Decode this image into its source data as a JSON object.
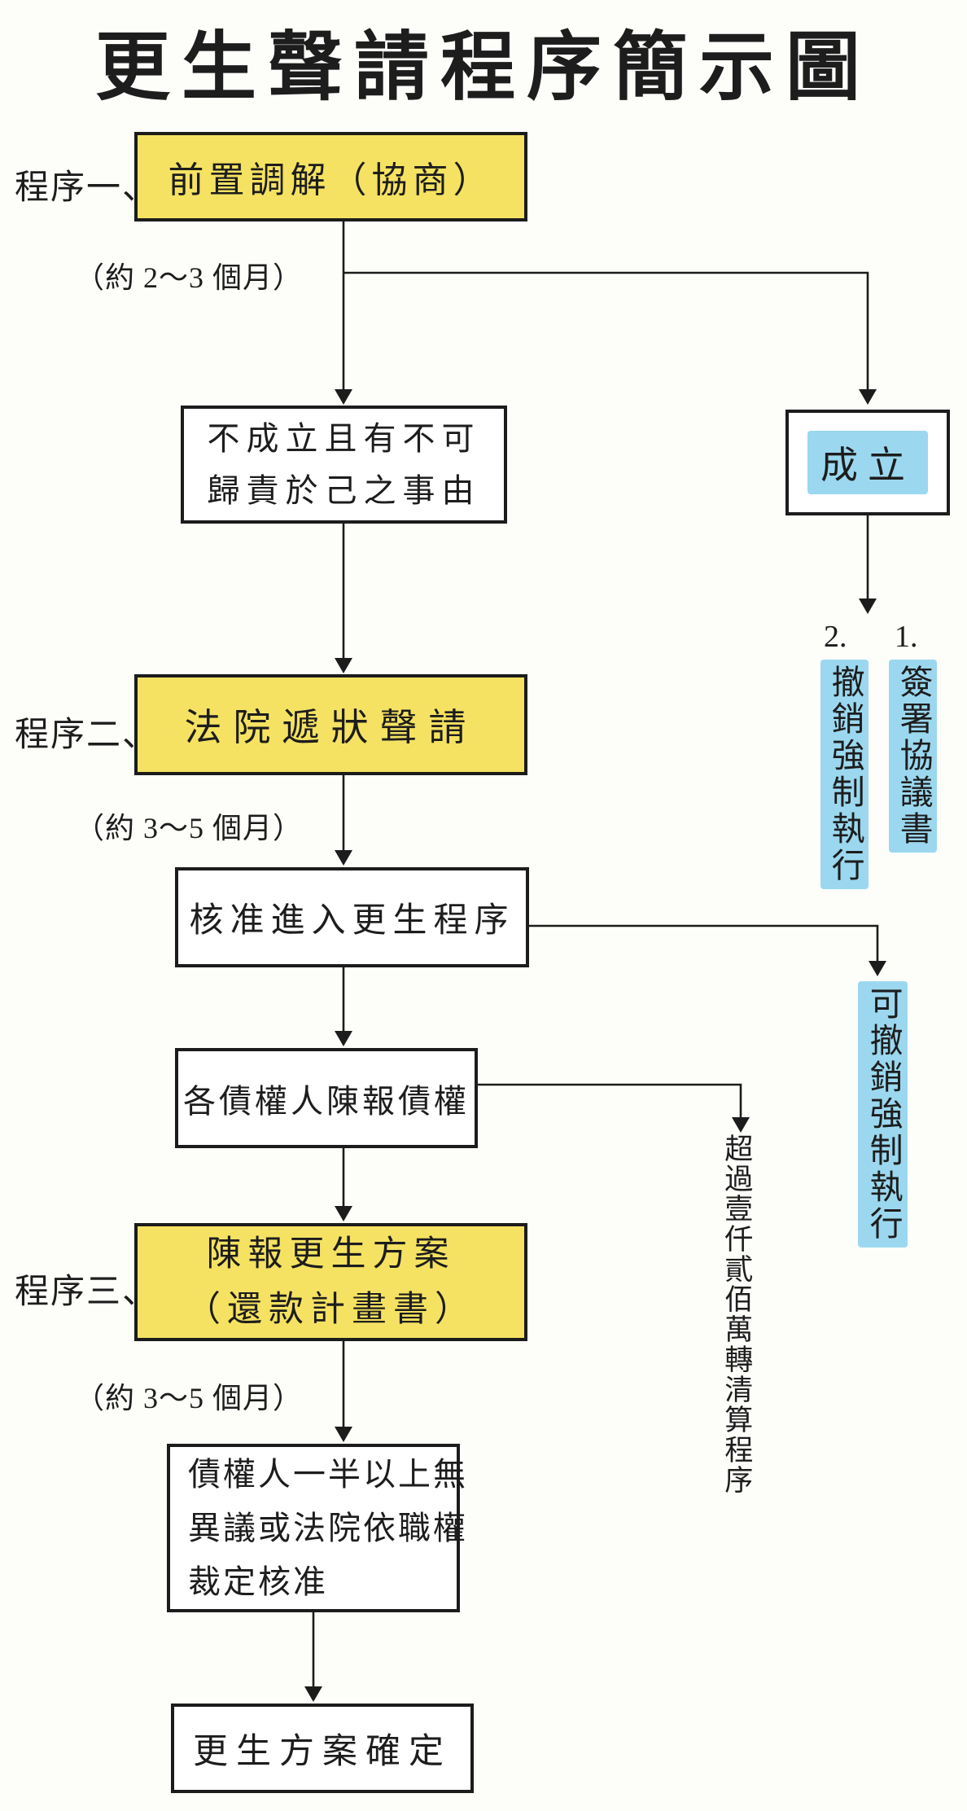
{
  "title": "更生聲請程序簡示圖",
  "colors": {
    "yellow": "#f5e262",
    "blue_highlight": "#9bd8ef",
    "line": "#1c1c1c"
  },
  "stage1": {
    "label": "程序一、",
    "box": "前置調解（協商）",
    "duration": "（約 2～3 個月）"
  },
  "fail_box": {
    "line1": "不成立且有不可",
    "line2": "歸責於己之事由"
  },
  "success": {
    "box": "成立",
    "items": [
      {
        "num": "1.",
        "text": "簽署協議書"
      },
      {
        "num": "2.",
        "text": "撤銷強制執行"
      }
    ]
  },
  "stage2": {
    "label": "程序二、",
    "box": "法院遞狀聲請",
    "duration": "（約 3～5 個月）"
  },
  "approve_box": {
    "text": "核准進入更生程序",
    "side_note": "可撤銷強制執行"
  },
  "creditors_box": {
    "text": "各債權人陳報債權",
    "side_note": "超過壹仟貳佰萬轉清算程序"
  },
  "stage3": {
    "label": "程序三、",
    "box_line1": "陳報更生方案",
    "box_line2": "（還款計畫書）",
    "duration": "（約 3～5 個月）"
  },
  "consent_box": {
    "line1": "債權人一半以上無",
    "line2": "異議或法院依職權",
    "line3": "裁定核准"
  },
  "final_box": {
    "text": "更生方案確定"
  }
}
